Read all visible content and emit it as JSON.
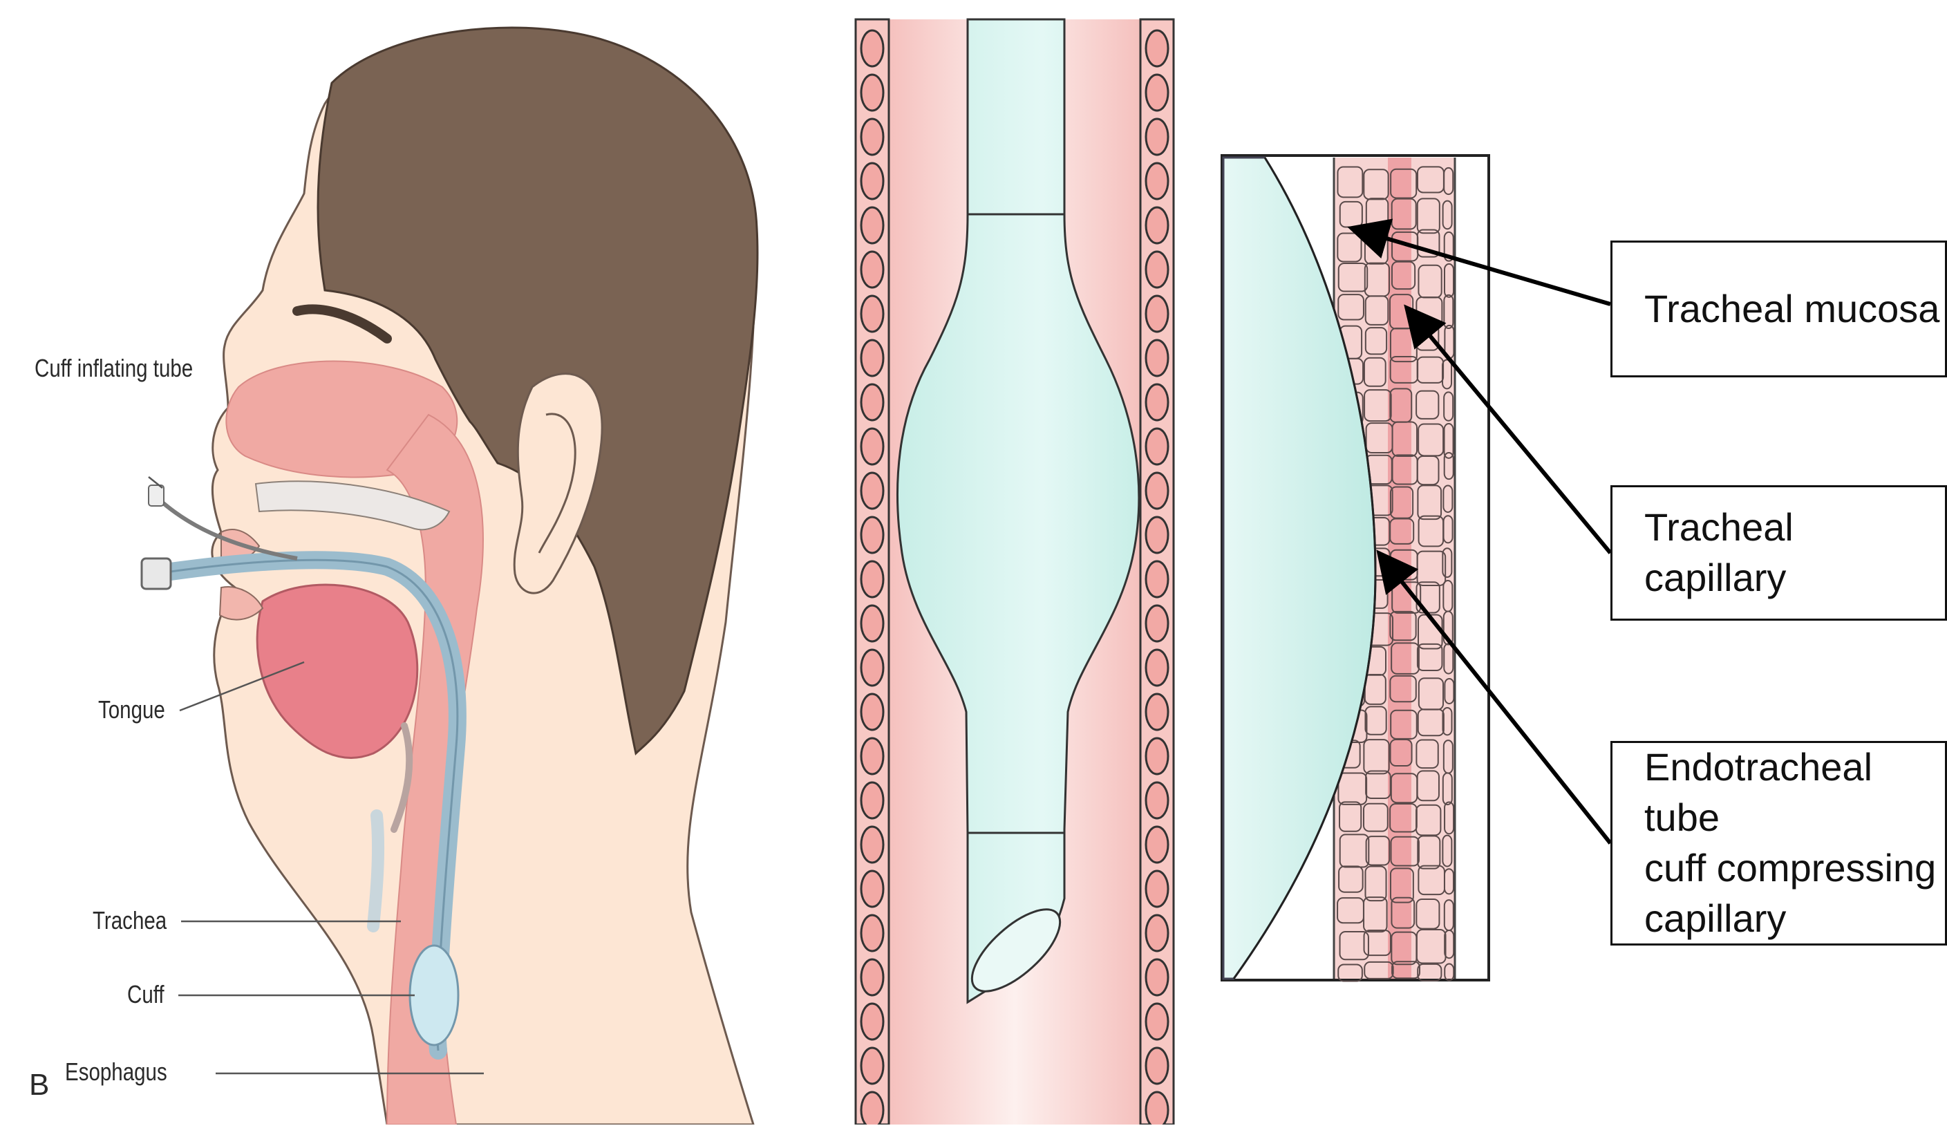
{
  "figure": {
    "panel_letter": "B",
    "left_labels": {
      "cuff_inflating_tube": "Cuff inflating tube",
      "tongue": "Tongue",
      "trachea": "Trachea",
      "cuff": "Cuff",
      "esophagus": "Esophagus"
    },
    "callouts": {
      "tracheal_mucosa": "Tracheal mucosa",
      "tracheal_capillary": "Tracheal capillary",
      "cuff_compressing_line1": "Endotracheal tube",
      "cuff_compressing_line2": "cuff compressing",
      "cuff_compressing_line3": "capillary"
    }
  },
  "colors": {
    "hair": "#7a6353",
    "skin": "#fde6d4",
    "airway": "#f0a9a3",
    "tongue": "#e8808a",
    "tube": "#a9c7d6",
    "cuff": "#cde8f0",
    "trachea_wall": "#f7c8c4",
    "ring": "#f2a9a5",
    "mucosa": "#f6d4d2",
    "capillary": "#eea3a6",
    "tube_fill": "#d6f2ee"
  }
}
